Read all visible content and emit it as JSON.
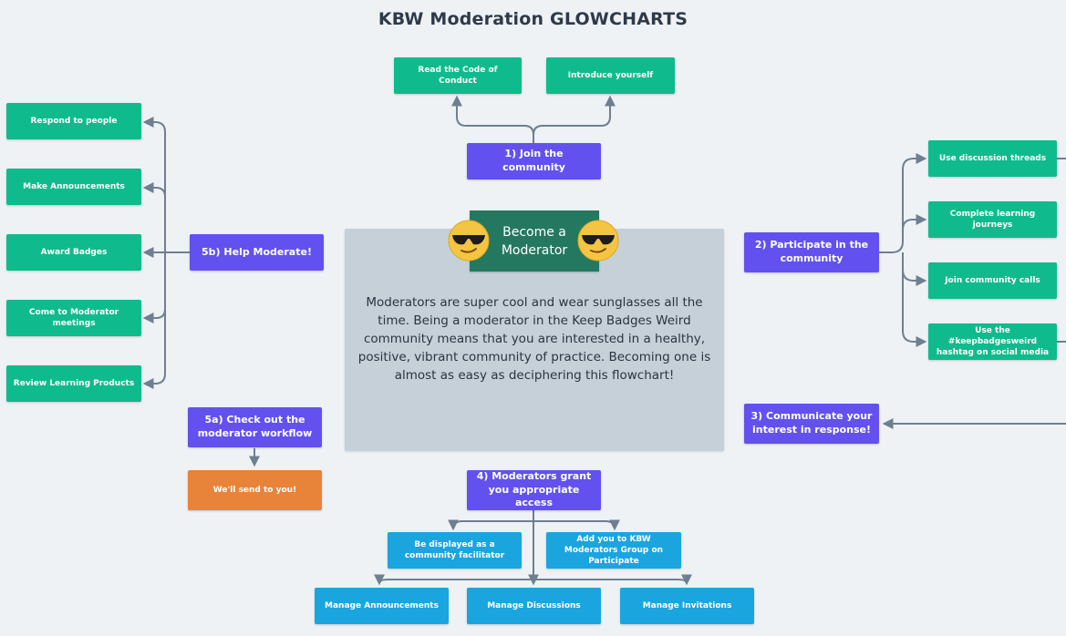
{
  "title": "KBW Moderation GLOWCHARTS",
  "colors": {
    "step": "#6251ee",
    "action": "#0fbb8c",
    "access": "#1ba5df",
    "notice": "#e8833a",
    "panel": "#c5d0d9",
    "moderator_badge": "#24785f",
    "connector": "#6e7f90"
  },
  "icons": [
    "sunglasses-face-icon",
    "sunglasses-face-icon"
  ],
  "join": {
    "step": "1) Join the community",
    "actions": [
      "Read the Code of Conduct",
      "Introduce yourself"
    ]
  },
  "participate": {
    "step": "2) Participate in the community",
    "actions": [
      "Use discussion threads",
      "Complete learning journeys",
      "Join community calls",
      "Use the #keepbadgesweird hashtag on social media"
    ]
  },
  "communicate": {
    "step": "3) Communicate your interest in response!"
  },
  "grant": {
    "step": "4) Moderators grant you appropriate access",
    "access": [
      "Be displayed as a community facilitator",
      "Add you to KBW Moderators Group on Participate"
    ],
    "permissions": [
      "Manage Announcements",
      "Manage Discussions",
      "Manage Invitations"
    ]
  },
  "workflow": {
    "step": "5a) Check out the moderator workflow",
    "result": "We'll send to you!"
  },
  "help": {
    "step": "5b) Help Moderate!",
    "actions": [
      "Respond to people",
      "Make Announcements",
      "Award Badges",
      "Come to Moderator meetings",
      "Review Learning Products"
    ]
  },
  "center": {
    "heading": "Become a Moderator",
    "body": "Moderators are super cool and wear sunglasses all the time. Being a moderator in the Keep Badges Weird community means that you are interested in a healthy, positive, vibrant community of practice. Becoming one is almost as easy as deciphering this flowchart!"
  }
}
